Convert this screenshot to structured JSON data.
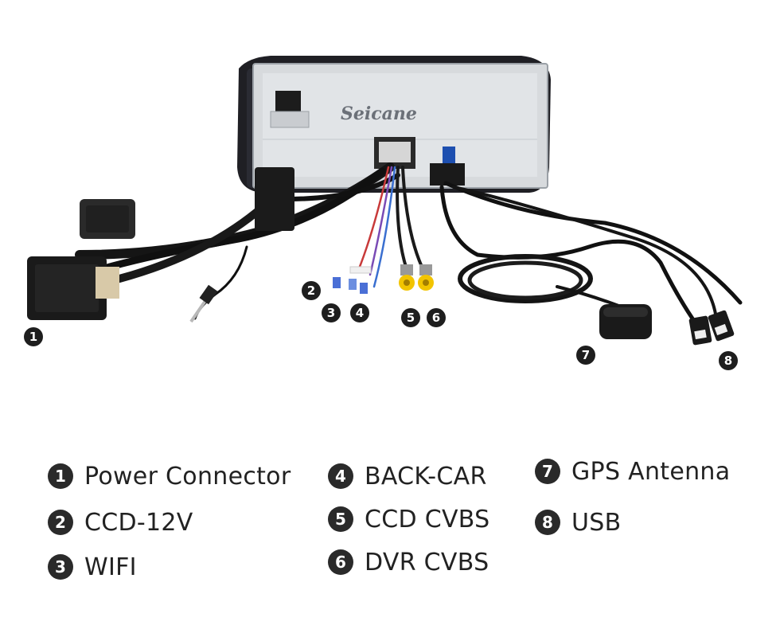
{
  "device": {
    "brand_text": "Seicane"
  },
  "callouts": [
    {
      "num": "1"
    },
    {
      "num": "2"
    },
    {
      "num": "3"
    },
    {
      "num": "4"
    },
    {
      "num": "5"
    },
    {
      "num": "6"
    },
    {
      "num": "7"
    },
    {
      "num": "8"
    }
  ],
  "legend": [
    {
      "num": "1",
      "label": "Power Connector"
    },
    {
      "num": "2",
      "label": "CCD-12V"
    },
    {
      "num": "3",
      "label": "WIFI"
    },
    {
      "num": "4",
      "label": "BACK-CAR"
    },
    {
      "num": "5",
      "label": "CCD CVBS"
    },
    {
      "num": "6",
      "label": "DVR CVBS"
    },
    {
      "num": "7",
      "label": "GPS Antenna"
    },
    {
      "num": "8",
      "label": "USB"
    }
  ],
  "colors": {
    "badge": "#1e1e1e",
    "rca_yellow": "#f2c400",
    "housing": "#d7dadd"
  }
}
